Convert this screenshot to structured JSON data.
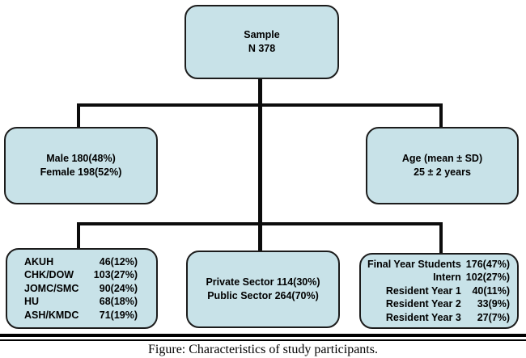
{
  "diagram": {
    "colors": {
      "node_fill": "#c8e2e8",
      "node_border": "#1c1c1c",
      "connector": "#0c0c0c"
    },
    "nodes": {
      "sample": {
        "line1": "Sample",
        "line2": "N 378"
      },
      "gender": {
        "line1": "Male 180(48%)",
        "line2": "Female 198(52%)"
      },
      "age": {
        "line1": "Age (mean ± SD)",
        "line2": "25 ± 2 years"
      },
      "colleges": {
        "rows": [
          {
            "label": "AKUH",
            "value": "46(12%)"
          },
          {
            "label": "CHK/DOW",
            "value": "103(27%)"
          },
          {
            "label": "JOMC/SMC",
            "value": "90(24%)"
          },
          {
            "label": "HU",
            "value": "68(18%)"
          },
          {
            "label": "ASH/KMDC",
            "value": "71(19%)"
          }
        ]
      },
      "sector": {
        "line1": "Private Sector 114(30%)",
        "line2": "Public Sector 264(70%)"
      },
      "training": {
        "rows": [
          {
            "label": "Final Year Students",
            "value": "176(47%)"
          },
          {
            "label": "Intern",
            "value": "102(27%)"
          },
          {
            "label": "Resident Year 1",
            "value": "40(11%)"
          },
          {
            "label": "Resident Year 2",
            "value": "33(9%)"
          },
          {
            "label": "Resident Year 3",
            "value": "27(7%)"
          }
        ]
      }
    },
    "caption": "Figure: Characteristics of study participants."
  }
}
